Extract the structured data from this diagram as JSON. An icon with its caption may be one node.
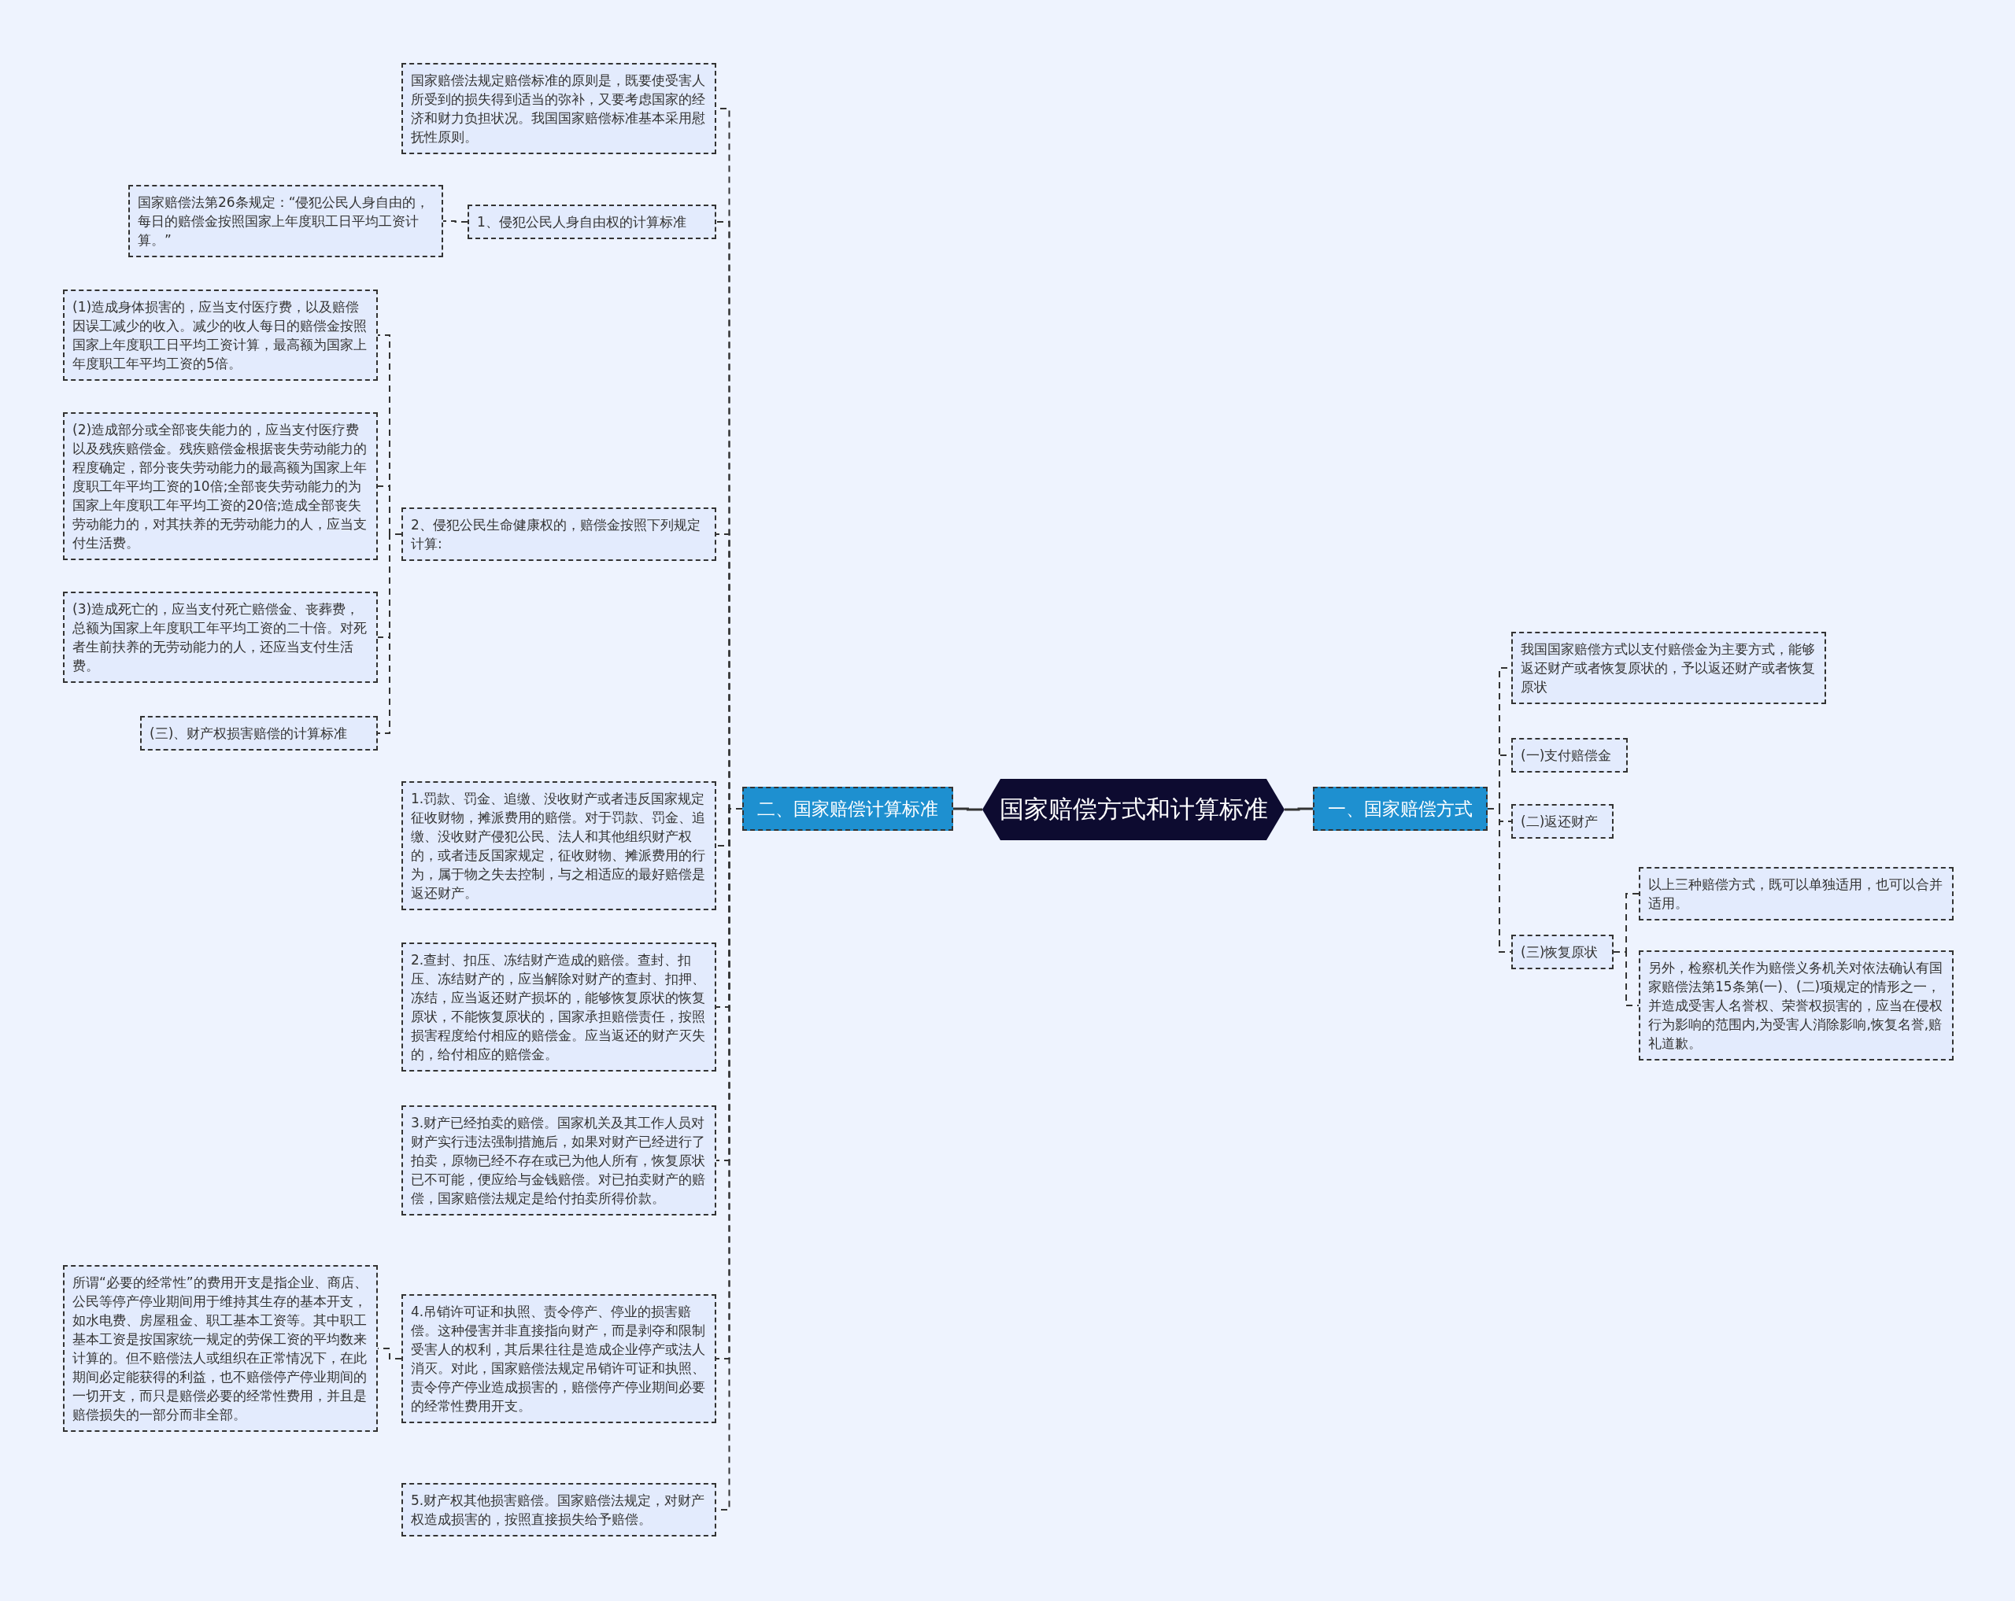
{
  "diagram": {
    "nodes": [
      {
        "text": [
          "国家赔偿方式和计算标准"
        ]
      },
      {
        "text": [
          "一、国家赔偿方式"
        ]
      },
      {
        "text": [
          "我国国家赔偿方式以支付赔偿金为主要方式，能够返还财产或者恢复原状的，予以返还财产或者恢复原状"
        ]
      },
      {
        "text": [
          "(一)支付赔偿金"
        ]
      },
      {
        "text": [
          "(二)返还财产"
        ]
      },
      {
        "text": [
          "(三)恢复原状"
        ]
      },
      {
        "text": [
          "以上三种赔偿方式，既可以单独适用，也可以合并适用。"
        ]
      },
      {
        "text": [
          "另外，检察机关作为赔偿义务机关对依法确认有国家赔偿法第15条第(一)、(二)项规定的情形之一，并造成受害人名誉权、荣誉权损害的，应当在侵权行为影响的范围内,为受害人消除影响,恢复名誉,赔礼道歉。"
        ]
      },
      {
        "text": [
          "二、国家赔偿计算标准"
        ]
      },
      {
        "text": [
          "国家赔偿法规定赔偿标准的原则是，既要使受害人所受到的损失得到适当的弥补，又要考虑国家的经济和财力负担状况。我国国家赔偿标准基本采用慰抚性原则。"
        ]
      },
      {
        "text": [
          "1、侵犯公民人身自由权的计算标准"
        ]
      },
      {
        "text": [
          "国家赔偿法第26条规定：“侵犯公民人身自由的，每日的赔偿金按照国家上年度职工日平均工资计算。”"
        ]
      },
      {
        "text": [
          "2、侵犯公民生命健康权的，赔偿金按照下列规定计算:"
        ]
      },
      {
        "text": [
          "(1)造成身体损害的，应当支付医疗费，以及赔偿因误工减少的收入。减少的收人每日的赔偿金按照国家上年度职工日平均工资计算，最高额为国家上年度职工年平均工资的5倍。"
        ]
      },
      {
        "text": [
          "(2)造成部分或全部丧失能力的，应当支付医疗费以及残疾赔偿金。残疾赔偿金根据丧失劳动能力的程度确定，部分丧失劳动能力的最高额为国家上年度职工年平均工资的10倍;全部丧失劳动能力的为国家上年度职工年平均工资的20倍;造成全部丧失劳动能力的，对其扶养的无劳动能力的人，应当支付生活费。"
        ]
      },
      {
        "text": [
          "(3)造成死亡的，应当支付死亡赔偿金、丧葬费，总额为国家上年度职工年平均工资的二十倍。对死者生前扶养的无劳动能力的人，还应当支付生活费。"
        ]
      },
      {
        "text": [
          "(三)、财产权损害赔偿的计算标准"
        ]
      },
      {
        "text": [
          "1.罚款、罚金、追缴、没收财产或者违反国家规定征收财物，摊派费用的赔偿。对于罚款、罚金、追缴、没收财产侵犯公民、法人和其他组织财产权的，或者违反国家规定，征收财物、摊派费用的行为，属于物之失去控制，与之相适应的最好赔偿是返还财产。"
        ]
      },
      {
        "text": [
          "2.查封、扣压、冻结财产造成的赔偿。查封、扣压、冻结财产的，应当解除对财产的查封、扣押、冻结，应当返还财产损坏的，能够恢复原状的恢复原状，不能恢复原状的，国家承担赔偿责任，按照损害程度给付相应的赔偿金。应当返还的财产灭失的，给付相应的赔偿金。"
        ]
      },
      {
        "text": [
          "3.财产已经拍卖的赔偿。国家机关及其工作人员对财产实行违法强制措施后，如果对财产已经进行了拍卖，原物已经不存在或已为他人所有，恢复原状已不可能，便应给与金钱赔偿。对已拍卖财产的赔偿，国家赔偿法规定是给付拍卖所得价款。"
        ]
      },
      {
        "text": [
          "4.吊销许可证和执照、责令停产、停业的损害赔偿。这种侵害并非直接指向财产，而是剥夺和限制受害人的权利，其后果往往是造成企业停产或法人消灭。对此，国家赔偿法规定吊销许可证和执照、责令停产停业造成损害的，赔偿停产停业期间必要的经常性费用开支。"
        ]
      },
      {
        "text": [
          "所谓“必要的经常性”的费用开支是指企业、商店、公民等停产停业期间用于维持其生存的基本开支，如水电费、房屋租金、职工基本工资等。其中职工基本工资是按国家统一规定的劳保工资的平均数来计算的。但不赔偿法人或组织在正常情况下，在此期间必定能获得的利益，也不赔偿停产停业期间的一切开支，而只是赔偿必要的经常性费用，并且是赔偿损失的一部分而非全部。"
        ]
      },
      {
        "text": [
          "5.财产权其他损害赔偿。国家赔偿法规定，对财产权造成损害的，按照直接损失给予赔偿。"
        ]
      }
    ],
    "edges": [
      {
        "from": 0,
        "to": 1,
        "arrow": "none"
      },
      {
        "from": 1,
        "to": 2,
        "arrow": "none",
        "style": "dashed"
      },
      {
        "from": 1,
        "to": 3,
        "arrow": "none",
        "style": "dashed"
      },
      {
        "from": 1,
        "to": 4,
        "arrow": "none",
        "style": "dashed"
      },
      {
        "from": 1,
        "to": 5,
        "arrow": "none",
        "style": "dashed"
      },
      {
        "from": 5,
        "to": 6,
        "arrow": "none",
        "style": "dashed"
      },
      {
        "from": 5,
        "to": 7,
        "arrow": "none",
        "style": "dashed"
      },
      {
        "from": 0,
        "to": 8,
        "arrow": "none"
      },
      {
        "from": 8,
        "to": 9,
        "arrow": "none",
        "style": "dashed"
      },
      {
        "from": 8,
        "to": 10,
        "arrow": "none",
        "style": "dashed"
      },
      {
        "from": 10,
        "to": 11,
        "arrow": "none",
        "style": "dashed"
      },
      {
        "from": 8,
        "to": 12,
        "arrow": "none",
        "style": "dashed"
      },
      {
        "from": 12,
        "to": 13,
        "arrow": "none",
        "style": "dashed"
      },
      {
        "from": 12,
        "to": 14,
        "arrow": "none",
        "style": "dashed"
      },
      {
        "from": 12,
        "to": 15,
        "arrow": "none",
        "style": "dashed"
      },
      {
        "from": 12,
        "to": 16,
        "arrow": "none",
        "style": "dashed"
      },
      {
        "from": 8,
        "to": 17,
        "arrow": "none",
        "style": "dashed"
      },
      {
        "from": 8,
        "to": 18,
        "arrow": "none",
        "style": "dashed"
      },
      {
        "from": 8,
        "to": 19,
        "arrow": "none",
        "style": "dashed"
      },
      {
        "from": 8,
        "to": 20,
        "arrow": "none",
        "style": "dashed"
      },
      {
        "from": 20,
        "to": 21,
        "arrow": "none",
        "style": "dashed"
      },
      {
        "from": 8,
        "to": 22,
        "arrow": "none",
        "style": "dashed"
      }
    ]
  }
}
